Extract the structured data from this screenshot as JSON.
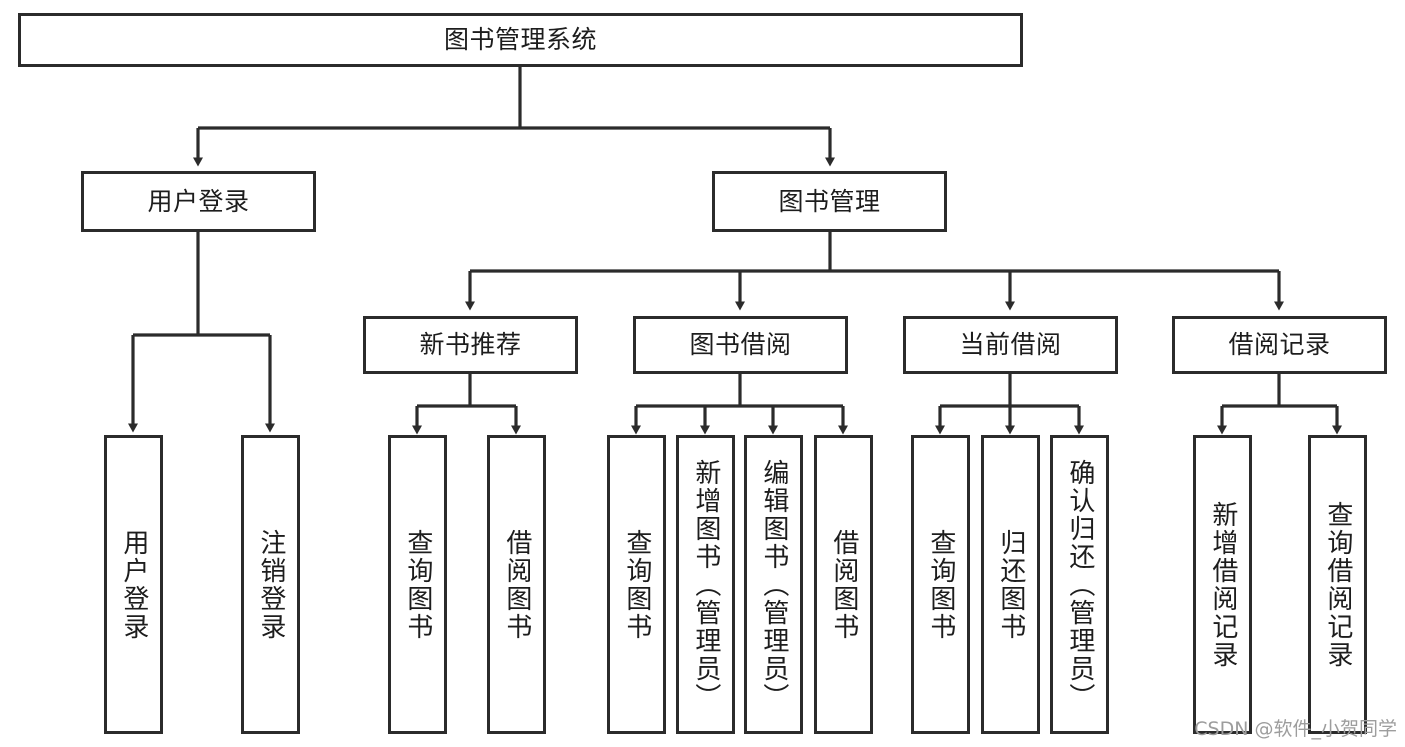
{
  "diagram": {
    "title": "图书管理系统",
    "orientation": "top-down-tree",
    "watermark": "CSDN @软件_小贺同学",
    "colors": {
      "box_border": "#2b2b2b",
      "box_fill": "#ffffff",
      "connector": "#2b2b2b",
      "text": "#1d1d1d",
      "watermark": "#9d9d9d"
    },
    "root": {
      "label": "图书管理系统"
    },
    "level2": [
      {
        "label": "用户登录"
      },
      {
        "label": "图书管理"
      }
    ],
    "level3": [
      {
        "label": "新书推荐"
      },
      {
        "label": "图书借阅"
      },
      {
        "label": "当前借阅"
      },
      {
        "label": "借阅记录"
      }
    ],
    "leaves": {
      "user_login": [
        {
          "label": "用户登录"
        },
        {
          "label": "注销登录"
        }
      ],
      "new_book_recommend": [
        {
          "label": "查询图书"
        },
        {
          "label": "借阅图书"
        }
      ],
      "book_borrow": [
        {
          "label": "查询图书"
        },
        {
          "label": "新增图书（管理员）"
        },
        {
          "label": "编辑图书（管理员）"
        },
        {
          "label": "借阅图书"
        }
      ],
      "current_borrow": [
        {
          "label": "查询图书"
        },
        {
          "label": "归还图书"
        },
        {
          "label": "确认归还（管理员）"
        }
      ],
      "borrow_record": [
        {
          "label": "新增借阅记录"
        },
        {
          "label": "查询借阅记录"
        }
      ]
    }
  }
}
